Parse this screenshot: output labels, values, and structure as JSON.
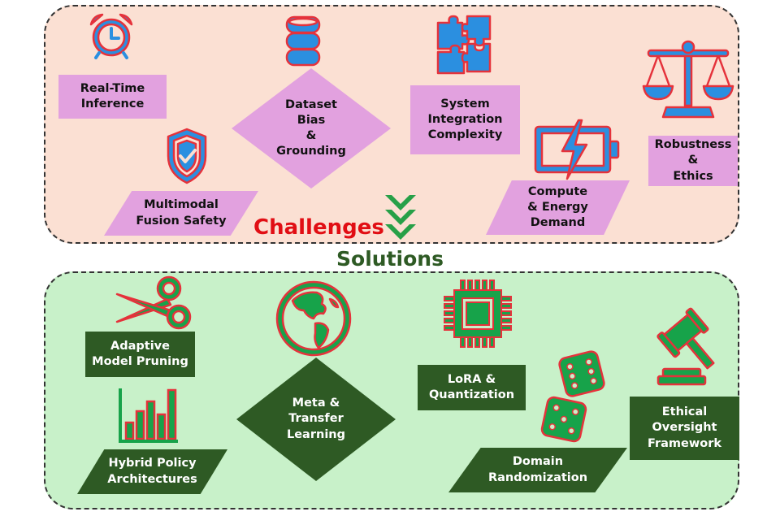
{
  "challenges_heading": "Challenges",
  "solutions_heading": "Solutions",
  "challenges": [
    {
      "label": "Real-Time\nInference",
      "icon": "alarm-clock-icon"
    },
    {
      "label": "Dataset\nBias\n&\nGrounding",
      "icon": "database-icon"
    },
    {
      "label": "System\nIntegration\nComplexity",
      "icon": "puzzle-icon"
    },
    {
      "label": "Robustness\n&\nEthics",
      "icon": "balance-scale-icon"
    },
    {
      "label": "Multimodal\nFusion Safety",
      "icon": "shield-check-icon"
    },
    {
      "label": "Compute\n& Energy\nDemand",
      "icon": "battery-bolt-icon"
    }
  ],
  "solutions": [
    {
      "label": "Adaptive\nModel Pruning",
      "icon": "scissors-icon"
    },
    {
      "label": "Meta &\nTransfer\nLearning",
      "icon": "globe-icon"
    },
    {
      "label": "LoRA &\nQuantization",
      "icon": "chip-icon"
    },
    {
      "label": "Ethical\nOversight\nFramework",
      "icon": "gavel-icon"
    },
    {
      "label": "Hybrid Policy\nArchitectures",
      "icon": "bar-chart-icon"
    },
    {
      "label": "Domain\nRandomization",
      "icon": "dice-icon"
    }
  ],
  "colors": {
    "challenge_bg": "#fbe0d3",
    "solution_bg": "#c8f1c9",
    "challenge_box": "#e2a1df",
    "solution_box": "#2e5a24",
    "icon_blue": "#2b8fe0",
    "icon_red": "#e5323b",
    "icon_green": "#17a34a",
    "challenges_text": "#e10e14",
    "chevron_green": "#27a048"
  }
}
